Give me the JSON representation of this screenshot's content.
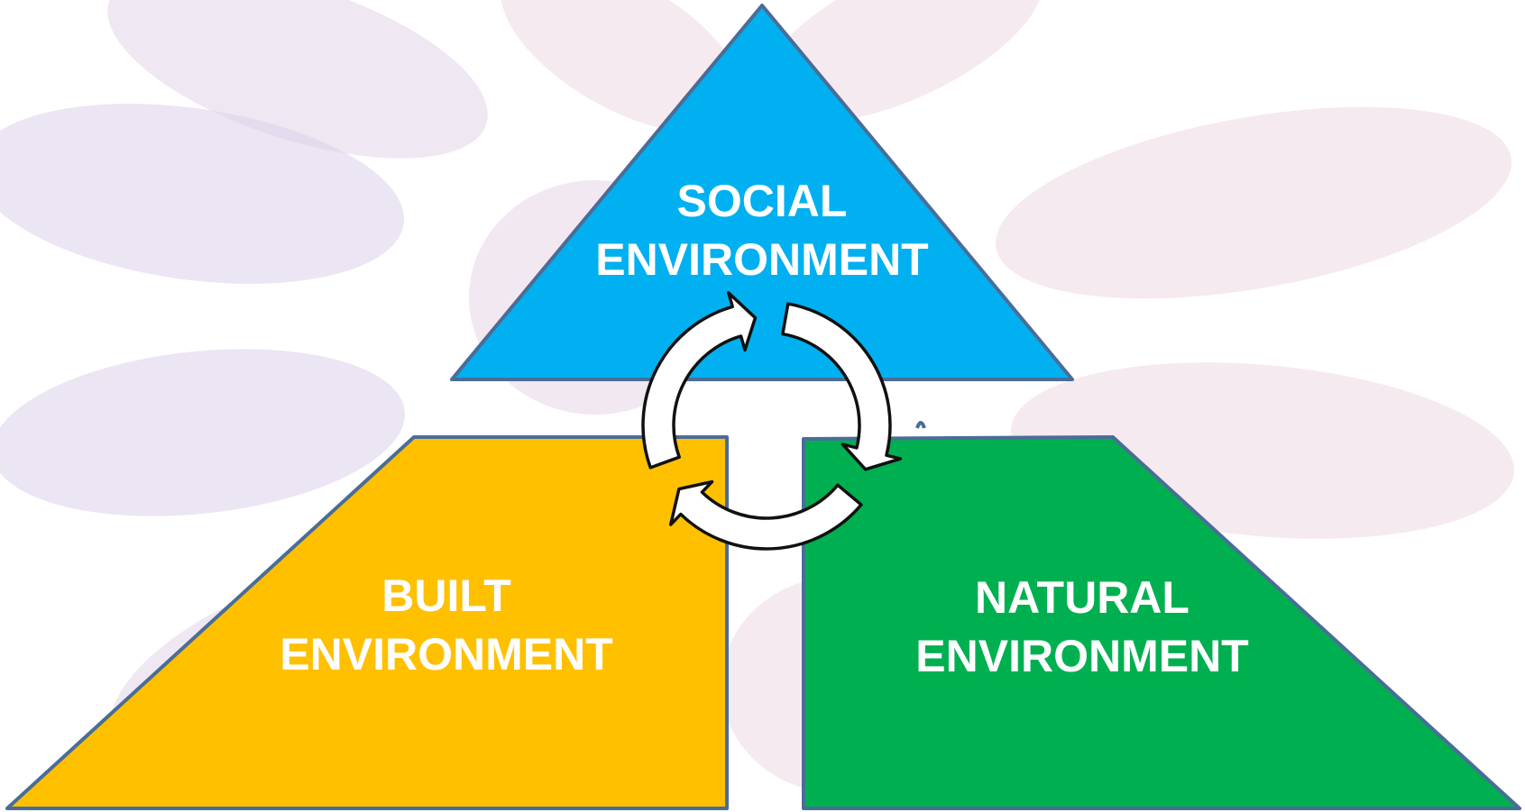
{
  "colors": {
    "social_fill": "#00b0f0",
    "built_fill": "#ffc000",
    "natural_fill": "#00b050",
    "outline": "#4a6d97",
    "label_text": "#ffffff",
    "cycle_arrow_fill": "#ffffff",
    "cycle_arrow_stroke": "#111111",
    "background_petal_purple": "#dcd0ea",
    "background_petal_pink": "#ecd8e2"
  },
  "social": {
    "line1": "SOCIAL",
    "line2": "ENVIRONMENT"
  },
  "built": {
    "line1": "BUILT",
    "line2": "ENVIRONMENT"
  },
  "natural": {
    "line1": "NATURAL",
    "line2": "ENVIRONMENT"
  },
  "cycle": {
    "icon": "cycle-arrows-icon",
    "arrow_count": 3
  }
}
